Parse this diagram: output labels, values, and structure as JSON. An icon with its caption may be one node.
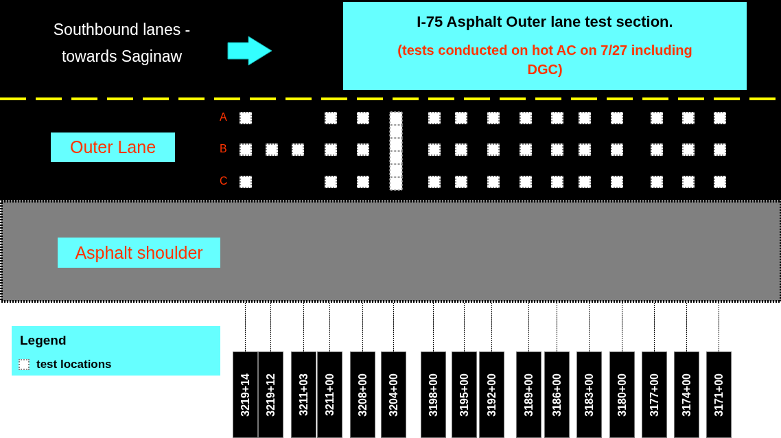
{
  "diagram": {
    "nodes": [
      {
        "text": [
          "I-75 Asphalt Outer lane test section.",
          "(tests conducted on hot AC on 7/27 including DGC)"
        ]
      },
      {
        "text": [
          "Outer Lane"
        ]
      },
      {
        "text": [
          "Asphalt shoulder"
        ]
      },
      {
        "text": [
          "3219+14"
        ]
      },
      {
        "text": [
          "3219+12"
        ]
      },
      {
        "text": [
          "3211+03"
        ]
      },
      {
        "text": [
          "3211+00"
        ]
      },
      {
        "text": [
          "3208+00"
        ]
      },
      {
        "text": [
          "3204+00"
        ]
      },
      {
        "text": [
          "3198+00"
        ]
      },
      {
        "text": [
          "3195+00"
        ]
      },
      {
        "text": [
          "3192+00"
        ]
      },
      {
        "text": [
          "3189+00"
        ]
      },
      {
        "text": [
          "3186+00"
        ]
      },
      {
        "text": [
          "3183+00"
        ]
      },
      {
        "text": [
          "3180+00"
        ]
      },
      {
        "text": [
          "3177+00"
        ]
      },
      {
        "text": [
          "3174+00"
        ]
      },
      {
        "text": [
          "3171+00"
        ]
      }
    ],
    "edges": [
      {
        "from": 3,
        "to": null,
        "arrow": "none",
        "style": "dashed"
      },
      {
        "from": 4,
        "to": null,
        "arrow": "none",
        "style": "dashed"
      },
      {
        "from": 5,
        "to": null,
        "arrow": "none",
        "style": "dashed"
      },
      {
        "from": 6,
        "to": null,
        "arrow": "none",
        "style": "dashed"
      },
      {
        "from": 7,
        "to": null,
        "arrow": "none",
        "style": "dashed"
      },
      {
        "from": 8,
        "to": null,
        "arrow": "none",
        "style": "dashed"
      },
      {
        "from": 9,
        "to": null,
        "arrow": "none",
        "style": "dashed"
      },
      {
        "from": 10,
        "to": null,
        "arrow": "none",
        "style": "dashed"
      },
      {
        "from": 11,
        "to": null,
        "arrow": "none",
        "style": "dashed"
      },
      {
        "from": 12,
        "to": null,
        "arrow": "none",
        "style": "dashed"
      },
      {
        "from": 13,
        "to": null,
        "arrow": "none",
        "style": "dashed"
      },
      {
        "from": 14,
        "to": null,
        "arrow": "none",
        "style": "dashed"
      },
      {
        "from": 15,
        "to": null,
        "arrow": "none",
        "style": "dashed"
      },
      {
        "from": 16,
        "to": null,
        "arrow": "none",
        "style": "dashed"
      },
      {
        "from": 17,
        "to": null,
        "arrow": "none",
        "style": "dashed"
      },
      {
        "from": 18,
        "to": null,
        "arrow": "none",
        "style": "dashed"
      }
    ],
    "labels": [
      "Southbound lanes - towards Saginaw",
      "A",
      "B",
      "C",
      "Legend"
    ],
    "legend": [
      {
        "text": "test locations"
      }
    ]
  }
}
